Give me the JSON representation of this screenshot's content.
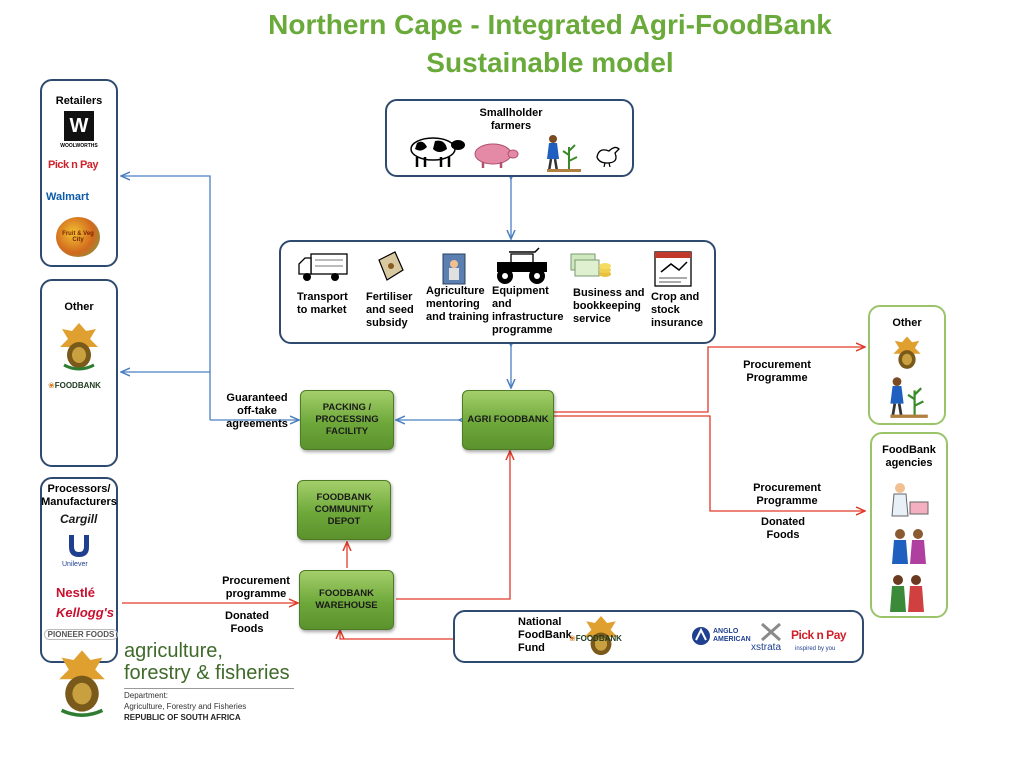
{
  "title_line1": "Northern Cape - Integrated Agri-FoodBank",
  "title_line2": "Sustainable model",
  "retailers": {
    "label": "Retailers",
    "woolworths_mark": "W",
    "woolworths_name": "WOOLWORTHS",
    "picknpay": "Pick n Pay",
    "walmart": "Walmart",
    "fruitveg": "Fruit & Veg City"
  },
  "other_left": {
    "label": "Other",
    "foodbank_logo": "FOODBANK"
  },
  "processors": {
    "label": "Processors/ Manufacturers",
    "cargill": "Cargill",
    "unilever": "Unilever",
    "nestle": "Nestlé",
    "kelloggs": "Kellogg's",
    "pioneer": "PIONEER FOODS"
  },
  "smallholder": {
    "label": "Smallholder farmers"
  },
  "services": [
    {
      "label": "Transport to market"
    },
    {
      "label": "Fertiliser and seed subsidy"
    },
    {
      "label": "Agriculture mentoring and training"
    },
    {
      "label": "Equipment and infrastructure programme"
    },
    {
      "label": "Business and bookkeeping service"
    },
    {
      "label": "Crop and stock insurance"
    }
  ],
  "nodes": {
    "packing": "PACKING / PROCESSING FACILITY",
    "agri": "AGRI FOODBANK",
    "depot": "FOODBANK COMMUNITY DEPOT",
    "warehouse": "FOODBANK WAREHOUSE"
  },
  "edge_labels": {
    "guaranteed": "Guaranteed off-take agreements",
    "procurement_left": "Procurement programme",
    "donated_left": "Donated Foods",
    "procurement_right_top": "Procurement Programme",
    "procurement_right_mid": "Procurement Programme",
    "donated_right": "Donated Foods"
  },
  "other_right": {
    "label": "Other"
  },
  "agencies": {
    "label": "FoodBank agencies"
  },
  "national_fund": {
    "label": "National FoodBank Fund",
    "foodbank_logo": "FOODBANK",
    "anglo": "ANGLO AMERICAN",
    "xstrata": "xstrata",
    "picknpay": "Pick n Pay",
    "picknpay_tag": "inspired by you"
  },
  "department": {
    "line1": "agriculture,",
    "line2": "forestry & fisheries",
    "sub1": "Department:",
    "sub2": "Agriculture, Forestry and Fisheries",
    "sub3": "REPUBLIC OF SOUTH AFRICA"
  },
  "colors": {
    "title": "#6aaa3a",
    "blue_arrow": "#4a7fbf",
    "red_arrow": "#e03a2a",
    "box_border": "#2e4a6e",
    "green_border": "#9bc46a"
  }
}
